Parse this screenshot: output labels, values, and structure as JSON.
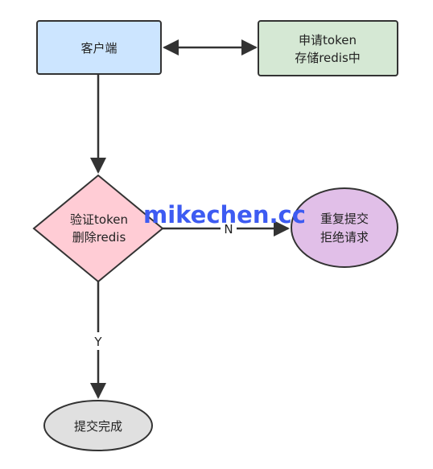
{
  "watermark": "mikechen.cc",
  "nodes": {
    "client": {
      "label": "客户端",
      "fill": "#cce5ff"
    },
    "apply": {
      "line1": "申请token",
      "line2": "存储redis中",
      "fill": "#d5e8d4"
    },
    "verify": {
      "line1": "验证token",
      "line2": "删除redis",
      "fill": "#ffccd5"
    },
    "reject": {
      "line1": "重复提交",
      "line2": "拒绝请求",
      "fill": "#e1bfe8"
    },
    "done": {
      "label": "提交完成",
      "fill": "#e0e0e0"
    }
  },
  "edges": {
    "no_label": "N",
    "yes_label": "Y"
  },
  "colors": {
    "stroke": "#333333"
  }
}
